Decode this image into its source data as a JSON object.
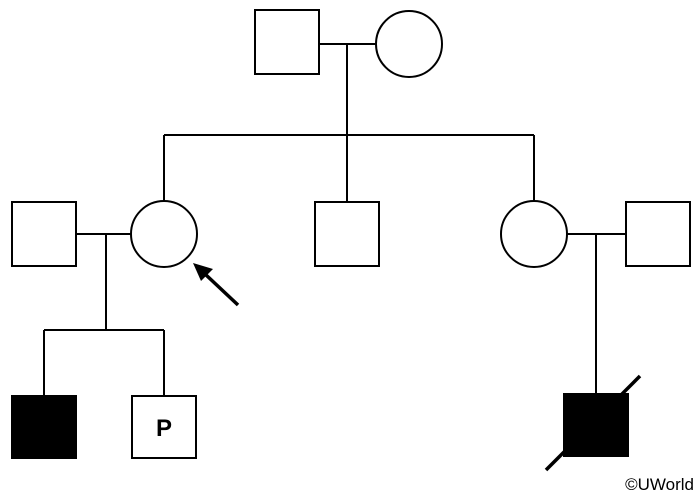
{
  "pedigree": {
    "colors": {
      "line": "#000000",
      "affected_fill": "#000000",
      "unaffected_fill": "#ffffff"
    },
    "generation_1": {
      "father": {
        "sex": "male",
        "status": "unaffected"
      },
      "mother": {
        "sex": "female",
        "status": "unaffected"
      }
    },
    "generation_2": {
      "daughter_proband": {
        "sex": "female",
        "status": "unaffected",
        "proband": true
      },
      "daughter_proband_spouse": {
        "sex": "male",
        "status": "unaffected"
      },
      "son": {
        "sex": "male",
        "status": "unaffected"
      },
      "daughter_2": {
        "sex": "female",
        "status": "unaffected"
      },
      "daughter_2_spouse": {
        "sex": "male",
        "status": "unaffected"
      }
    },
    "generation_3": {
      "affected_son": {
        "sex": "male",
        "status": "affected"
      },
      "carrier_son": {
        "sex": "male",
        "status": "unaffected",
        "label": "P"
      },
      "deceased_affected_son": {
        "sex": "male",
        "status": "affected",
        "deceased": true
      }
    },
    "proband_arrow": "arrow-icon"
  },
  "copyright": "©UWorld"
}
